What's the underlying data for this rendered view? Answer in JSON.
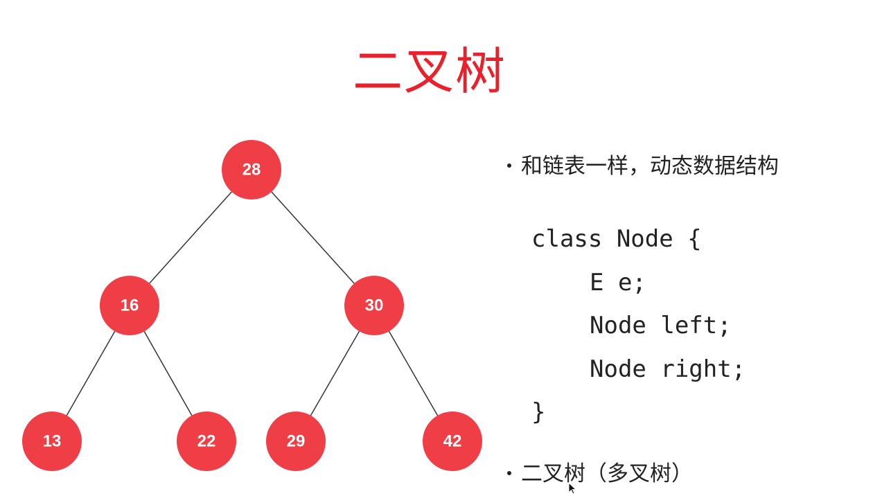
{
  "title": "二叉树",
  "tree": {
    "nodes": [
      {
        "id": "n28",
        "label": "28",
        "depth": 0,
        "slot": 0
      },
      {
        "id": "n16",
        "label": "16",
        "depth": 1,
        "slot": 0
      },
      {
        "id": "n30",
        "label": "30",
        "depth": 1,
        "slot": 1
      },
      {
        "id": "n13",
        "label": "13",
        "depth": 2,
        "slot": 0
      },
      {
        "id": "n22",
        "label": "22",
        "depth": 2,
        "slot": 1
      },
      {
        "id": "n29",
        "label": "29",
        "depth": 2,
        "slot": 2
      },
      {
        "id": "n42",
        "label": "42",
        "depth": 2,
        "slot": 3
      }
    ],
    "edges": [
      [
        "n28",
        "n16"
      ],
      [
        "n28",
        "n30"
      ],
      [
        "n16",
        "n13"
      ],
      [
        "n16",
        "n22"
      ],
      [
        "n30",
        "n29"
      ],
      [
        "n30",
        "n42"
      ]
    ]
  },
  "bullets": {
    "first": "和链表一样，动态数据结构",
    "second": "二叉树（多叉树）"
  },
  "code": {
    "line1": "class Node {",
    "line2": "E e;",
    "line3": "Node left;",
    "line4": "Node right;",
    "line5": "}"
  },
  "colors": {
    "title": "#e8222d",
    "node_fill": "#f03e46",
    "edge": "#333333"
  }
}
